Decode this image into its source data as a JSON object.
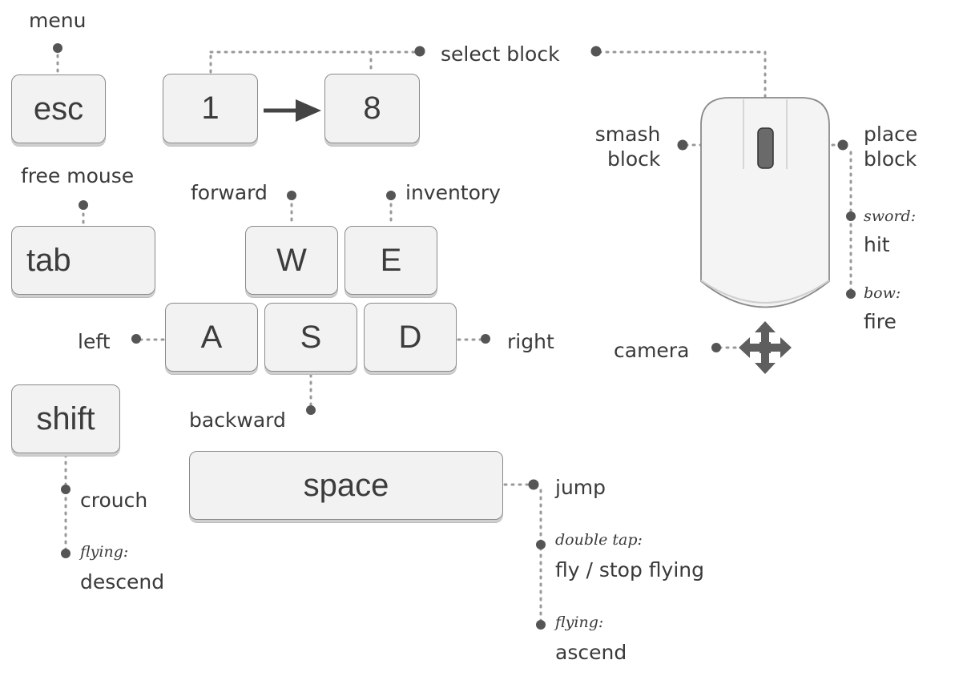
{
  "keys": {
    "esc": "esc",
    "one": "1",
    "eight": "8",
    "tab": "tab",
    "w": "W",
    "e": "E",
    "a": "A",
    "s": "S",
    "d": "D",
    "shift": "shift",
    "space": "space"
  },
  "labels": {
    "menu": "menu",
    "select_block": "select block",
    "free_mouse": "free mouse",
    "forward": "forward",
    "inventory": "inventory",
    "left": "left",
    "right": "right",
    "backward": "backward",
    "crouch": "crouch",
    "flying_shift": "flying:",
    "descend": "descend",
    "jump": "jump",
    "double_tap": "double tap:",
    "fly_stop": "fly / stop flying",
    "flying_space": "flying:",
    "ascend": "ascend",
    "smash_1": "smash",
    "smash_2": "block",
    "place_1": "place",
    "place_2": "block",
    "sword": "sword:",
    "hit": "hit",
    "bow": "bow:",
    "fire": "fire",
    "camera": "camera"
  },
  "colors": {
    "key_fill": "#f2f2f2",
    "key_border": "#8a8a8a",
    "connector": "#999999",
    "dot": "#555555",
    "mouse_fill": "#f4f4f4"
  },
  "icons": {
    "arrow": "right-arrow-icon",
    "mouse": "mouse-icon",
    "camera": "move-arrows-icon"
  }
}
